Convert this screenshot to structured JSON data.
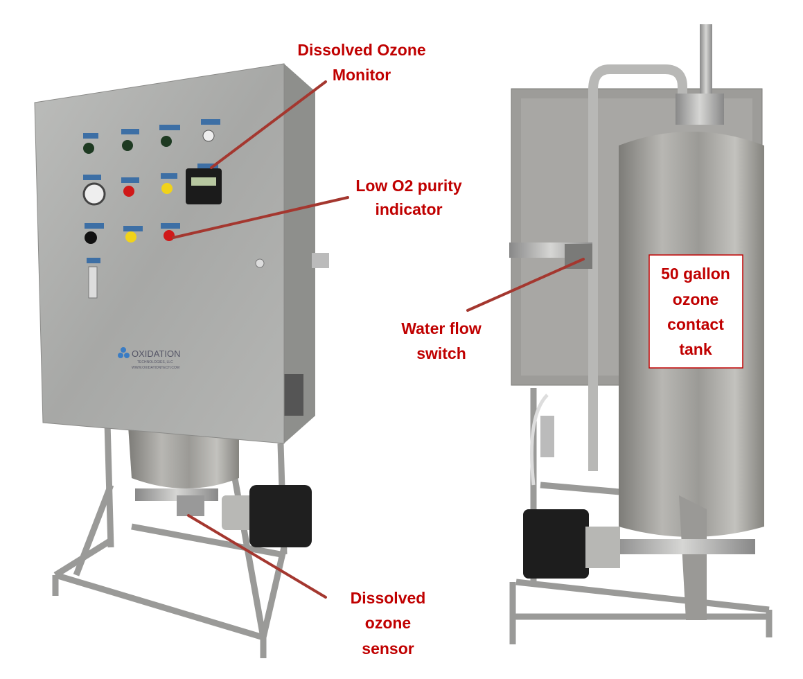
{
  "colors": {
    "label": "#c00000",
    "leader_line": "#a4372f",
    "steel": "#a9aaa8"
  },
  "callouts": {
    "monitor": {
      "line1": "Dissolved Ozone",
      "line2": "Monitor"
    },
    "o2": {
      "line1": "Low O2 purity",
      "line2": "indicator"
    },
    "flow": {
      "line1": "Water flow",
      "line2": "switch"
    },
    "sensor": {
      "line1": "Dissolved",
      "line2": "ozone",
      "line3": "sensor"
    },
    "tank": {
      "line1": "50 gallon",
      "line2": "ozone",
      "line3": "contact",
      "line4": "tank"
    }
  },
  "logo": {
    "name": "OXIDATION",
    "sub": "TECHNOLOGIES, LLC",
    "url": "WWW.OXIDATIONTECH.COM"
  }
}
